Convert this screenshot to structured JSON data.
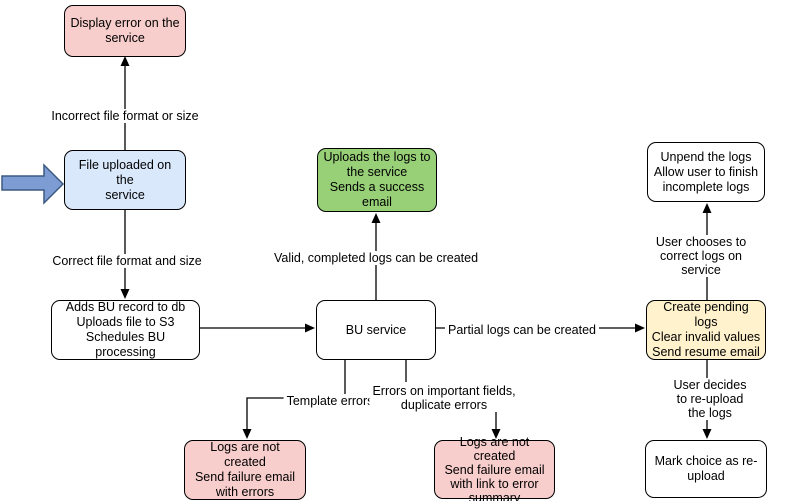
{
  "diagram": {
    "type": "flowchart",
    "nodes": {
      "display_error": "Display error on the\nservice",
      "file_uploaded": "File uploaded on the\nservice",
      "adds_bu": "Adds BU record to db\nUploads file to S3\nSchedules BU processing",
      "bu_service": "BU service",
      "uploads_logs": "Uploads the logs to\nthe service\nSends a success\nemail",
      "create_pending": "Create pending logs\nClear invalid values\nSend resume email",
      "unpend": "Unpend the logs\nAllow user to finish\nincomplete logs",
      "logs_failure_errors": "Logs are not created\nSend failure email\nwith errors",
      "logs_failure_summary": "Logs are not created\nSend failure email\nwith link to error\nsummary",
      "mark_reupload": "Mark choice as re-\nupload"
    },
    "edge_labels": {
      "incorrect_file": "Incorrect file format or size",
      "correct_file": "Correct file format and size",
      "valid_logs": "Valid, completed logs can be created",
      "partial_logs": "Partial logs can be created",
      "template_errors": "Template errors",
      "important_errors": "Errors on important fields,\nduplicate errors",
      "user_chooses": "User chooses to correct logs on service",
      "user_decides": "User decides to re-upload the logs"
    },
    "colors": {
      "pink_fill": "#f8cecc",
      "blue_fill": "#dae8fc",
      "green_fill": "#97d077",
      "yellow_fill": "#fff2cc",
      "white_fill": "#ffffff",
      "border": "#000000",
      "input_arrow_fill": "#7e9cd4",
      "input_arrow_stroke": "#3c5a82"
    },
    "icons": {
      "input_arrow": "thick-right-arrow-icon"
    }
  }
}
